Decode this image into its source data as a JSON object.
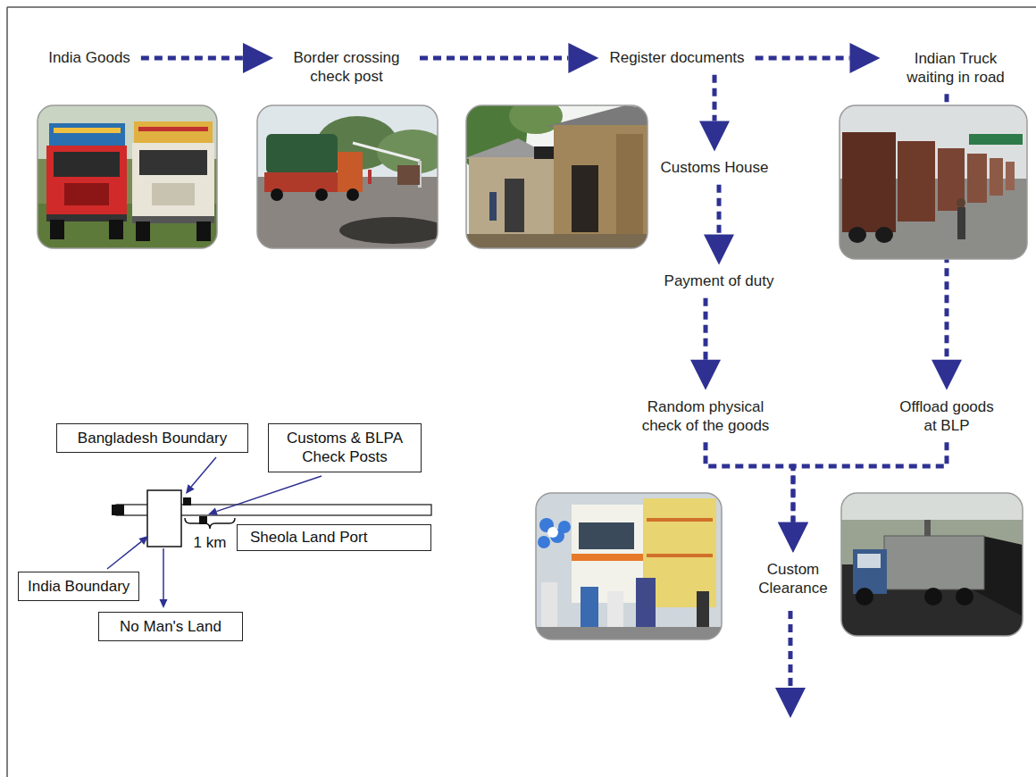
{
  "diagram": {
    "nodes": [
      {
        "text": [
          "India Goods"
        ]
      },
      {
        "text": [
          "Border crossing check post"
        ]
      },
      {
        "text": [
          "Register documents"
        ]
      },
      {
        "text": [
          "Indian Truck waiting in road"
        ]
      },
      {
        "text": [
          "Customs House"
        ]
      },
      {
        "text": [
          "Payment of duty"
        ]
      },
      {
        "text": [
          "Random physical check of the goods"
        ]
      },
      {
        "text": [
          "Offload goods at BLP"
        ]
      },
      {
        "text": [
          "Custom Clearance"
        ]
      },
      {
        "text": [
          "Bangladesh Boundary"
        ]
      },
      {
        "text": [
          "Customs & BLPA Check Posts"
        ]
      },
      {
        "text": [
          "India Boundary"
        ]
      },
      {
        "text": [
          "No Man's Land"
        ]
      },
      {
        "text": [
          "Sheola Land Port"
        ]
      }
    ],
    "edges": [
      {
        "from": 0,
        "to": 1,
        "arrow": "to"
      },
      {
        "from": 1,
        "to": 2,
        "arrow": "to"
      },
      {
        "from": 2,
        "to": 3,
        "arrow": "to"
      },
      {
        "from": 2,
        "to": 4,
        "arrow": "to"
      },
      {
        "from": 4,
        "to": 5,
        "arrow": "to"
      },
      {
        "from": 5,
        "to": 6,
        "arrow": "to"
      },
      {
        "from": 3,
        "to": 7,
        "arrow": "to"
      },
      {
        "from": 6,
        "to": 8,
        "arrow": "to"
      },
      {
        "from": 7,
        "to": 8,
        "arrow": "to"
      }
    ],
    "labels": [
      "1 km"
    ]
  }
}
